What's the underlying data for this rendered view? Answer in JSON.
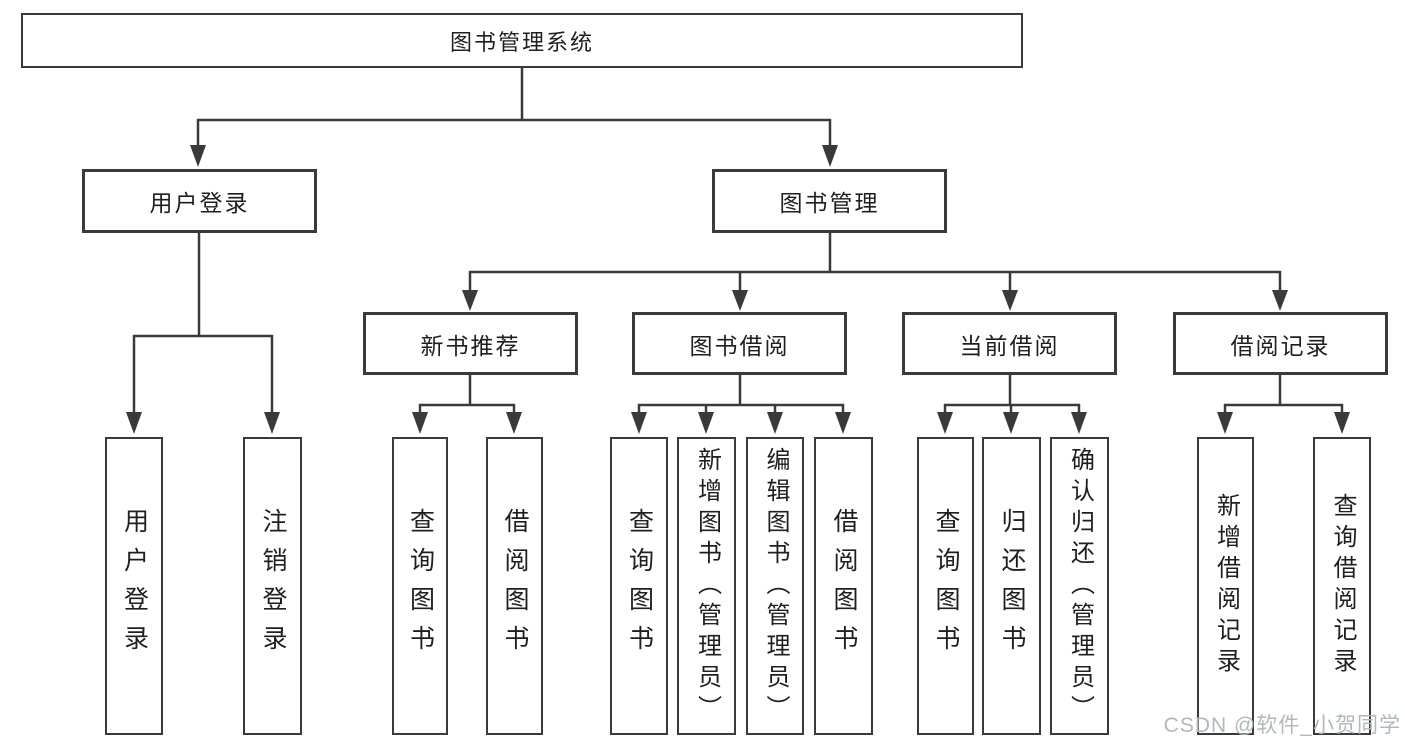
{
  "tree": {
    "label": "图书管理系统",
    "children": [
      {
        "label": "用户登录",
        "children": [
          {
            "label": "用户登录"
          },
          {
            "label": "注销登录"
          }
        ]
      },
      {
        "label": "图书管理",
        "children": [
          {
            "label": "新书推荐",
            "children": [
              {
                "label": "查询图书"
              },
              {
                "label": "借阅图书"
              }
            ]
          },
          {
            "label": "图书借阅",
            "children": [
              {
                "label": "查询图书"
              },
              {
                "label": "新增图书（管理员）"
              },
              {
                "label": "编辑图书（管理员）"
              },
              {
                "label": "借阅图书"
              }
            ]
          },
          {
            "label": "当前借阅",
            "children": [
              {
                "label": "查询图书"
              },
              {
                "label": "归还图书"
              },
              {
                "label": "确认归还（管理员）"
              }
            ]
          },
          {
            "label": "借阅记录",
            "children": [
              {
                "label": "新增借阅记录"
              },
              {
                "label": "查询借阅记录"
              }
            ]
          }
        ]
      }
    ]
  },
  "watermark": {
    "text": "CSDN @软件_小贺同学"
  },
  "colors": {
    "line": "#3a3a3a",
    "box_border": "#3a3a3a",
    "text": "#1f1f1f",
    "watermark": "#b3b7bc",
    "background": "#ffffff"
  }
}
